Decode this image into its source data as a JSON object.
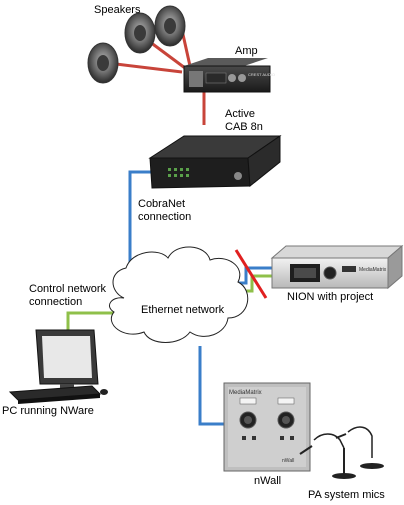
{
  "labels": {
    "speakers": "Speakers",
    "amp": "Amp",
    "active_cab_line1": "Active",
    "active_cab_line2": "CAB 8n",
    "cobranet_line1": "CobraNet",
    "cobranet_line2": "connection",
    "control_line1": "Control network",
    "control_line2": "connection",
    "ethernet": "Ethernet network",
    "nion": "NION with project",
    "pc": "PC running NWare",
    "nwall": "nWall",
    "mics": "PA system mics"
  },
  "device_text": {
    "amp_brand": "CREST AUDIO",
    "nion_brand": "MediaMatrix",
    "nwall_brand": "MediaMatrix",
    "nwall_model": "nWall"
  },
  "colors": {
    "speaker_cable": "#c8443a",
    "cobranet_cable": "#3a7ec9",
    "control_cable": "#8fc04a",
    "cross_out": "#e02020"
  }
}
